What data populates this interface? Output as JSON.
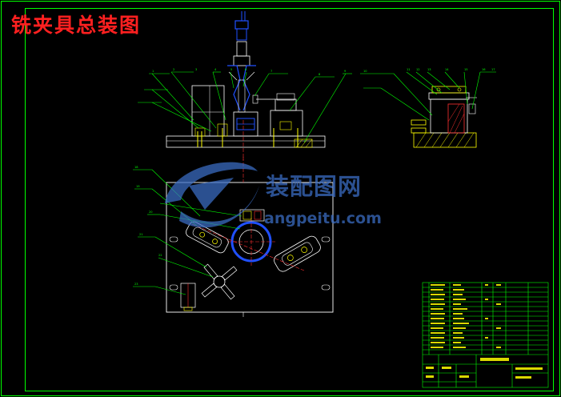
{
  "drawing": {
    "title": "铣夹具总装图"
  },
  "watermark": {
    "brand_cn": "装配图网",
    "brand_en": "angpeitu.com"
  },
  "colors": {
    "background": "#000000",
    "frame": "#00ff00",
    "parts": "#ffffff",
    "tool": "#2050ff",
    "title_text": "#ff2020",
    "leaders": "#00ff00",
    "table_text": "#ffff00",
    "watermark": "#3c6fc8"
  }
}
